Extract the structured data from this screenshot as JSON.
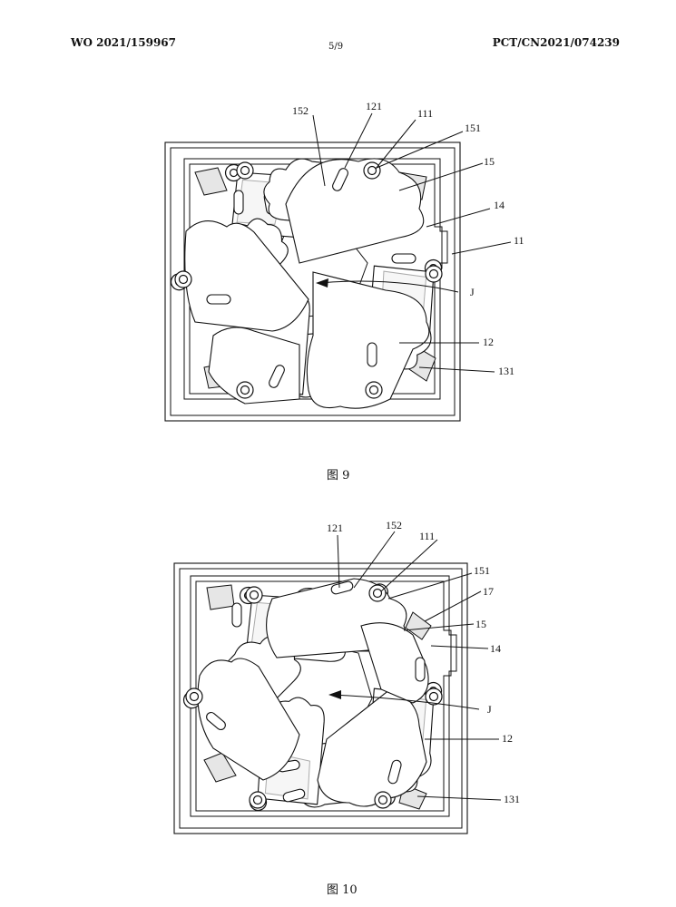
{
  "header": {
    "left": "WO 2021/159967",
    "page": "5/9",
    "right": "PCT/CN2021/074239"
  },
  "figure9": {
    "caption": "图 9",
    "labels": {
      "l152": "152",
      "l121": "121",
      "l111": "111",
      "l151": "151",
      "l15": "15",
      "l14": "14",
      "l11": "11",
      "lJ": "J",
      "l12": "12",
      "l131": "131"
    }
  },
  "figure10": {
    "caption": "图 10",
    "labels": {
      "l121": "121",
      "l152": "152",
      "l111": "111",
      "l151": "151",
      "l17": "17",
      "l15": "15",
      "l14": "14",
      "lJ": "J",
      "l12": "12",
      "l131": "131"
    }
  }
}
